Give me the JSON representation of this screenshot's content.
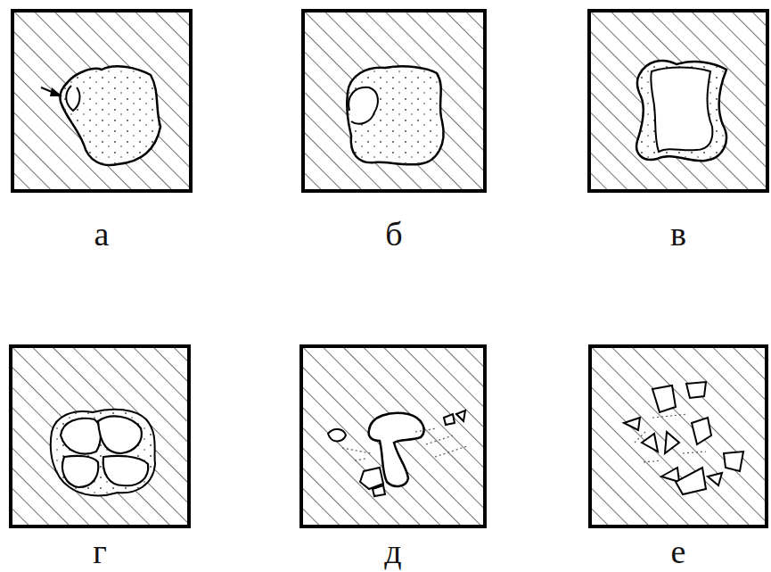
{
  "diagram": {
    "labels": [
      "а",
      "б",
      "в",
      "г",
      "д",
      "е"
    ]
  }
}
